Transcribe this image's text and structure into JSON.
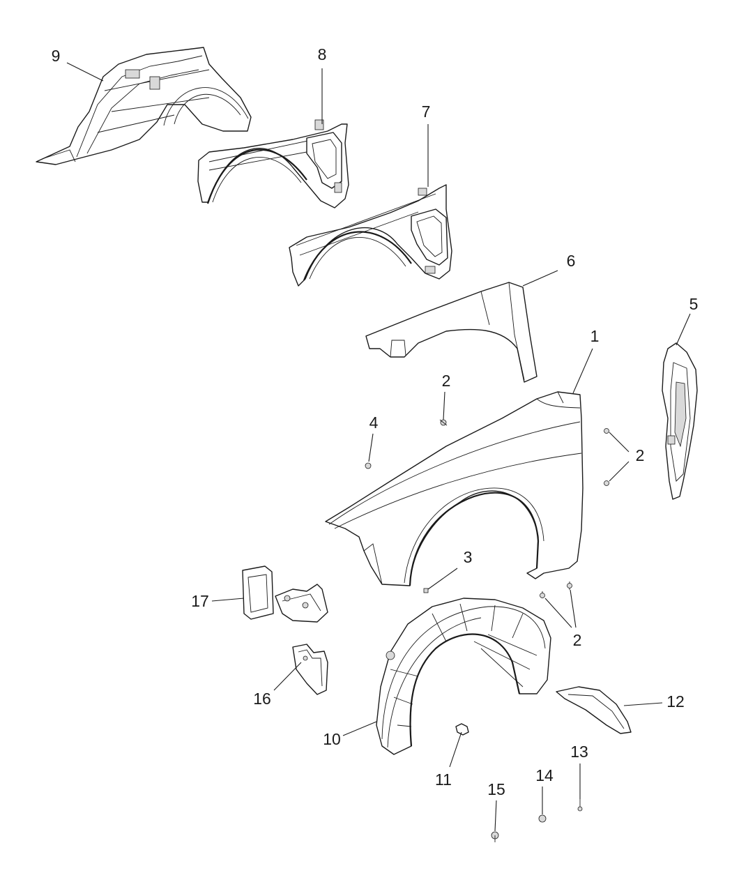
{
  "callouts": {
    "c1": "1",
    "c2a": "2",
    "c2b": "2",
    "c2c": "2",
    "c3": "3",
    "c4": "4",
    "c5": "5",
    "c6": "6",
    "c7": "7",
    "c8": "8",
    "c9": "9",
    "c10": "10",
    "c11": "11",
    "c12": "12",
    "c13": "13",
    "c14": "14",
    "c15": "15",
    "c16": "16",
    "c17": "17"
  }
}
